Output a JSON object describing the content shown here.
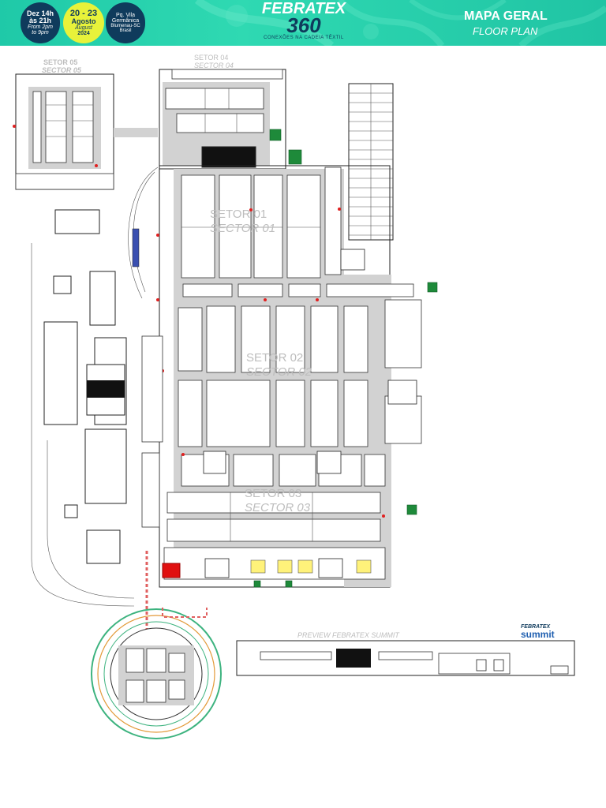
{
  "header": {
    "date_en_pill": {
      "line1": "Dez 14h",
      "line2": "às 21h",
      "line3": "From 2pm",
      "line4": "to 9pm"
    },
    "date_pill": {
      "line1": "20 - 23",
      "line2": "Agosto",
      "line3": "August",
      "line4": "2024"
    },
    "venue_pill": {
      "line1": "Pq. Vila",
      "line2": "Germânica",
      "line3": "Blumenau-SC",
      "line4": "Brasil"
    },
    "logo_text": "FEBRATEX",
    "logo_number": "360",
    "logo_tagline": "CONEXÕES NA CADEIA TÊXTIL",
    "title_pt": "MAPA GERAL",
    "title_en": "FLOOR PLAN",
    "colors": {
      "banner": "#22c9a7",
      "accent_yellow": "#e8f23a",
      "navy": "#0f3b5c"
    }
  },
  "map": {
    "sectors": [
      {
        "pt": "SETOR 05",
        "en": "SECTOR 05"
      },
      {
        "pt": "SETOR 04",
        "en": "SECTOR 04"
      },
      {
        "pt": "SETOR 01",
        "en": "SECTOR 01"
      },
      {
        "pt": "SETOR 02",
        "en": "SECTOR 02"
      },
      {
        "pt": "SETOR 03",
        "en": "SECTOR 03"
      }
    ],
    "preview_label": "PREVIEW FEBRATEX SUMMIT",
    "summit_logo": {
      "top": "FEBRATEX",
      "bottom": "summit"
    }
  }
}
